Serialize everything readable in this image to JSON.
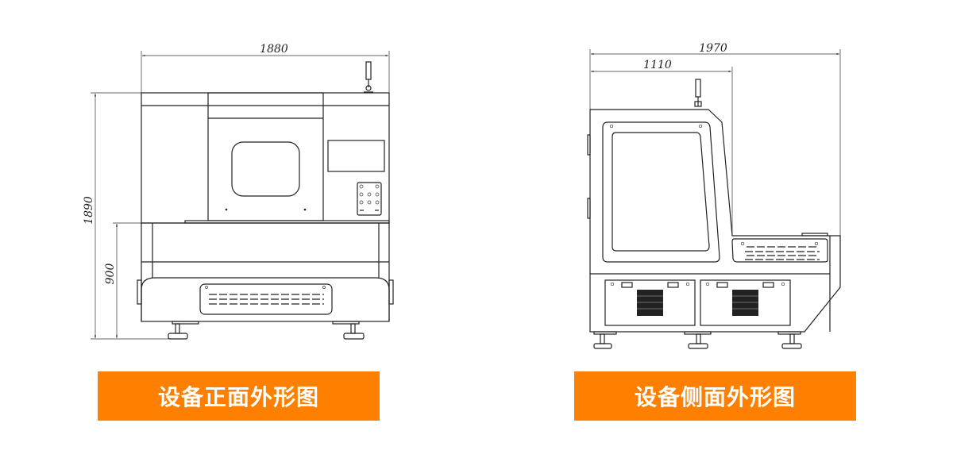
{
  "front_view": {
    "title": "设备正面外形图",
    "width_dim": "1880",
    "height_dim": "1890",
    "table_height_dim": "900"
  },
  "side_view": {
    "title": "设备侧面外形图",
    "depth_dim": "1970",
    "upper_depth_dim": "1110"
  },
  "colors": {
    "label_bg": "#FF7F00",
    "label_text": "#FFFFFF",
    "line": "#222222"
  }
}
